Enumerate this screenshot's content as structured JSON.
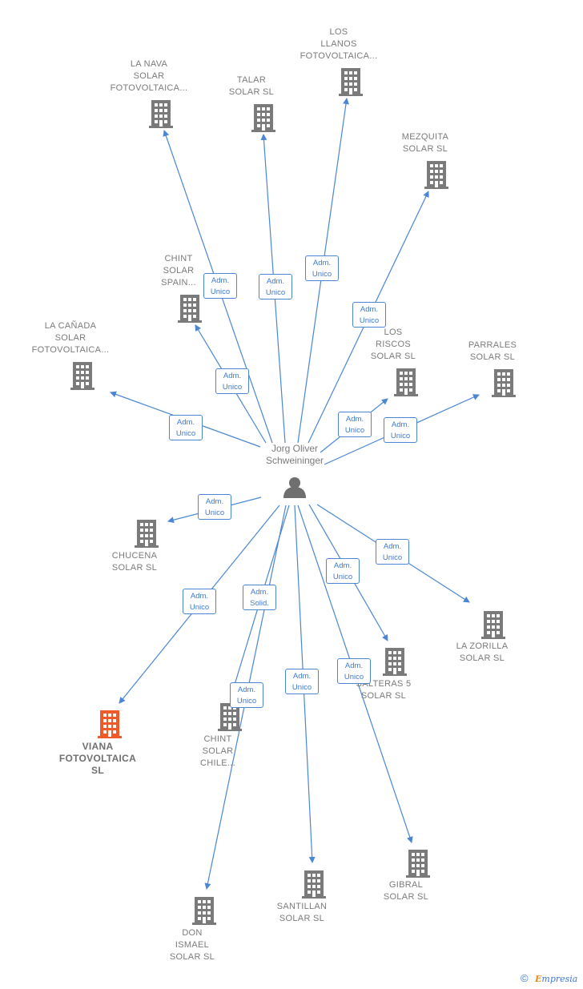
{
  "person": {
    "name": "Jorg Oliver\nSchweininger"
  },
  "companies": [
    {
      "id": "la-nava",
      "label": "LA NAVA\nSOLAR\nFOTOVOLTAICA...",
      "highlight": false
    },
    {
      "id": "talar",
      "label": "TALAR\nSOLAR  SL",
      "highlight": false
    },
    {
      "id": "los-llanos",
      "label": "LOS\nLLANOS\nFOTOVOLTAICA...",
      "highlight": false
    },
    {
      "id": "mezquita",
      "label": "MEZQUITA\nSOLAR  SL",
      "highlight": false
    },
    {
      "id": "chint-spain",
      "label": "CHINT\nSOLAR\nSPAIN...",
      "highlight": false
    },
    {
      "id": "la-canada",
      "label": "LA CAÑADA\nSOLAR\nFOTOVOLTAICA...",
      "highlight": false
    },
    {
      "id": "los-riscos",
      "label": "LOS\nRISCOS\nSOLAR  SL",
      "highlight": false
    },
    {
      "id": "parrales",
      "label": "PARRALES\nSOLAR  SL",
      "highlight": false
    },
    {
      "id": "chucena",
      "label": "CHUCENA\nSOLAR  SL",
      "highlight": false
    },
    {
      "id": "la-zorilla",
      "label": "LA ZORILLA\nSOLAR  SL",
      "highlight": false
    },
    {
      "id": "salteras",
      "label": "SALTERAS 5\nSOLAR  SL",
      "highlight": false
    },
    {
      "id": "viana",
      "label": "VIANA\nFOTOVOLTAICA\nSL",
      "highlight": true
    },
    {
      "id": "chint-chile",
      "label": "CHINT\nSOLAR\nCHILE...",
      "highlight": false
    },
    {
      "id": "gibral",
      "label": "GIBRAL\nSOLAR  SL",
      "highlight": false
    },
    {
      "id": "santillan",
      "label": "SANTILLAN\nSOLAR  SL",
      "highlight": false
    },
    {
      "id": "don-ismael",
      "label": "DON\nISMAEL\nSOLAR  SL",
      "highlight": false
    }
  ],
  "relations": [
    {
      "target": "la-nava",
      "role": "Adm.\nUnico"
    },
    {
      "target": "talar",
      "role": "Adm.\nUnico"
    },
    {
      "target": "los-llanos",
      "role": "Adm.\nUnico"
    },
    {
      "target": "mezquita",
      "role": "Adm.\nUnico"
    },
    {
      "target": "chint-spain",
      "role": "Adm.\nUnico"
    },
    {
      "target": "la-canada",
      "role": "Adm.\nUnico"
    },
    {
      "target": "los-riscos",
      "role": "Adm.\nUnico"
    },
    {
      "target": "parrales",
      "role": "Adm.\nUnico"
    },
    {
      "target": "chucena",
      "role": "Adm.\nUnico"
    },
    {
      "target": "la-zorilla",
      "role": "Adm.\nUnico"
    },
    {
      "target": "salteras",
      "role": "Adm.\nUnico"
    },
    {
      "target": "viana",
      "role": "Adm.\nUnico"
    },
    {
      "target": "chint-chile",
      "role": "Adm.\nUnico"
    },
    {
      "target": "gibral",
      "role": "Adm.\nUnico"
    },
    {
      "target": "santillan",
      "role": "Adm.\nUnico"
    },
    {
      "target": "don-ismael",
      "role": "Adm.\nSolid."
    }
  ],
  "colors": {
    "edge": "#4a86d4",
    "building": "#7a7a7a",
    "highlight": "#f0592a",
    "person": "#6f6f6f"
  },
  "footer": {
    "copyright": "©",
    "brand_first": "E",
    "brand_rest": "mpresia"
  }
}
